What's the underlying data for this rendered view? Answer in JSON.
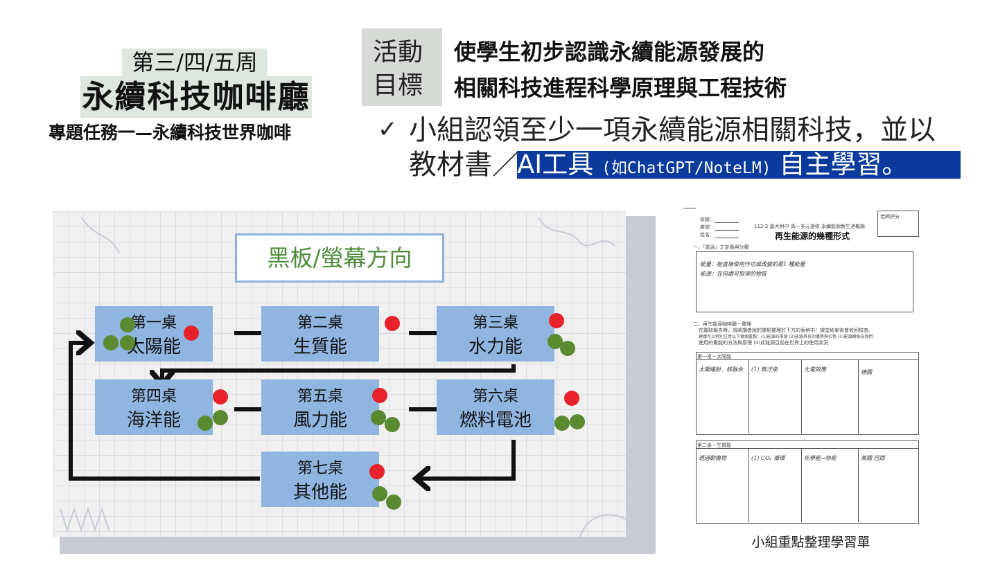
{
  "header": {
    "week": "第三/四/五周",
    "course_title": "永續科技咖啡廳",
    "task": "專題任務一—永續科技世界咖啡"
  },
  "goal": {
    "label_line1": "活動",
    "label_line2": "目標",
    "objective_line1": "使學生初步認識永續能源發展的",
    "objective_line2": "相關科技進程科學原理與工程技術",
    "check_mark": "✓",
    "desc_line1": "小組認領至少一項永續能源相關科技，並以",
    "desc_line2_prefix": "教材書／",
    "desc_highlight_a": "AI工具",
    "desc_highlight_b": "(如ChatGPT/NoteLM)",
    "desc_highlight_c": "自主學習。"
  },
  "seating": {
    "board_title": "黑板/螢幕方向",
    "desks": [
      {
        "table": "第一桌",
        "energy": "太陽能"
      },
      {
        "table": "第二桌",
        "energy": "生質能"
      },
      {
        "table": "第三桌",
        "energy": "水力能"
      },
      {
        "table": "第四桌",
        "energy": "海洋能"
      },
      {
        "table": "第五桌",
        "energy": "風力能"
      },
      {
        "table": "第六桌",
        "energy": "燃料電池"
      },
      {
        "table": "第七桌",
        "energy": "其他能"
      }
    ],
    "colors": {
      "desk": "#8fb5e0",
      "red_dot": "#e8212a",
      "green_dot": "#5a8a30",
      "title": "#4e8c3b"
    }
  },
  "worksheet": {
    "caption": "小組重點整理學習單",
    "header_line": "112-2 基大附中 高一多元選修 永續能源新生活概論",
    "title": "再生能源的幾種形式",
    "field_class": "班級：",
    "field_seat": "座號：",
    "field_name": "姓名：",
    "teacher_score": "老師評分",
    "section1": "一、「能源」之定義與分類",
    "section2": "二、再生能源咖啡廳－整理",
    "section2_line1": "在聽取報告時，請將講者說的重點整理於下方的表格中！課堂結束後會收回檢查。",
    "section2_line2": "建議可以特別注意以下幾個重點：(1)能源的來源 (2)能源具有的優勢與劣勢 (3)能源轉換為我們",
    "section2_line3": "使用的電能的方法與原理 (4)此能源目前在世界上的使用狀況",
    "table1_title": "第一桌－太陽能",
    "table2_title": "第二桌－生質能"
  }
}
